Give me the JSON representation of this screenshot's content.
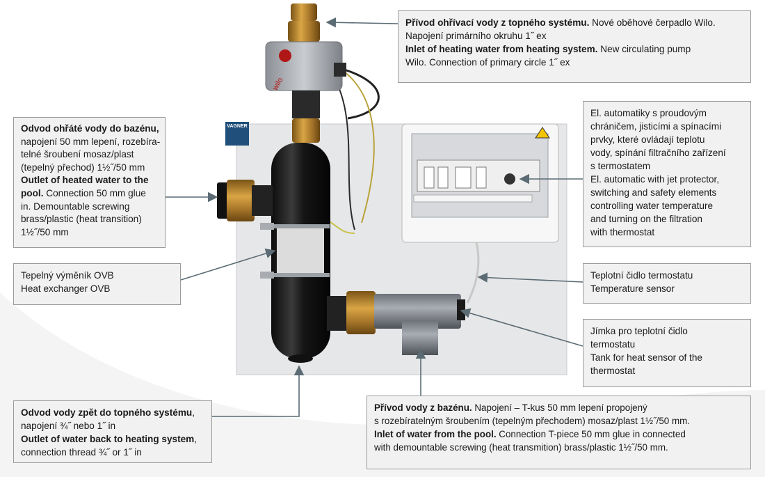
{
  "brand": {
    "logo_text": "VAGNER",
    "pump_text": "wilo"
  },
  "colors": {
    "panel_bg": "#e9e9e9",
    "callout_bg": "#f1f1f1",
    "arrow": "#5a6b74",
    "logo_blue": "#1f4f7a"
  },
  "callouts": {
    "top": {
      "l1_bold": "Přívod ohřívací vody z topného systému.",
      "l1_rest": " Nové oběhové čerpadlo Wilo.",
      "l2": "Napojení primárního okruhu 1˝ ex",
      "l3_bold": "Inlet of heating water from heating system.",
      "l3_rest": " New circulating pump",
      "l4": "Wilo. Connection of primary circle 1˝ ex"
    },
    "outlet_hot": {
      "l1_bold": "Odvod ohřáté vody do bazénu,",
      "l2": "napojení 50 mm lepení, rozebíra-",
      "l3": "telné šroubení mosaz/plast",
      "l4": "(tepelný přechod) 1½˝/50 mm",
      "l5_bold": "Outlet of heated water to the",
      "l6_bold": "pool.",
      "l6_rest": " Connection 50 mm glue",
      "l7": "in. Demountable screwing",
      "l8": "brass/plastic (heat transition)",
      "l9": "1½˝/50 mm"
    },
    "exchanger": {
      "l1": "Tepelný výměník OVB",
      "l2": "Heat exchanger OVB"
    },
    "outlet_back": {
      "l1_bold": "Odvod vody zpět do topného systému",
      "l1_rest": ",",
      "l2": "napojení ¾˝ nebo 1˝ in",
      "l3_bold": "Outlet of water back to heating system",
      "l3_rest": ",",
      "l4": "connection thread ¾˝ or 1˝ in"
    },
    "automatics": {
      "l1": "El. automatiky s proudovým",
      "l2": "chráničem, jisticími a spínacími",
      "l3": "prvky, které ovládají teplotu",
      "l4": "vody, spínání filtračního zařízení",
      "l5": "s termostatem",
      "l6": "El. automatic with jet protector,",
      "l7": "switching and safety elements",
      "l8": "controlling water temperature",
      "l9": "and turning on the filtration",
      "l10": "with thermostat"
    },
    "sensor": {
      "l1": "Teplotní čidlo termostatu",
      "l2": "Temperature sensor"
    },
    "tank": {
      "l1": "Jímka pro teplotní čidlo",
      "l2": "termostatu",
      "l3": "Tank for heat sensor of the",
      "l4": "thermostat"
    },
    "inlet_pool": {
      "l1_bold": "Přívod vody z bazénu.",
      "l1_rest": " Napojení – T-kus 50 mm lepení propojený",
      "l2": "s rozebíratelným šroubením (tepelným přechodem) mosaz/plast 1½˝/50 mm.",
      "l3_bold": "Inlet of water from the pool.",
      "l3_rest": " Connection T-piece 50 mm glue in connected",
      "l4": "with demountable screwing (heat transmition) brass/plastic 1½˝/50 mm."
    }
  }
}
